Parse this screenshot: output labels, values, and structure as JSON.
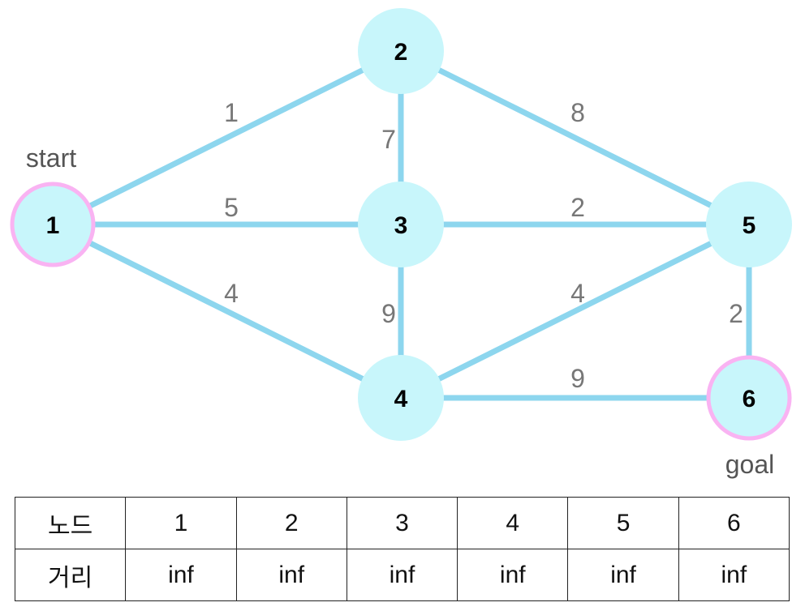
{
  "graph": {
    "nodes": [
      {
        "id": "1"
      },
      {
        "id": "2"
      },
      {
        "id": "3"
      },
      {
        "id": "4"
      },
      {
        "id": "5"
      },
      {
        "id": "6"
      }
    ],
    "edges": [
      {
        "from": "1",
        "to": "2",
        "weight": "1"
      },
      {
        "from": "1",
        "to": "3",
        "weight": "5"
      },
      {
        "from": "1",
        "to": "4",
        "weight": "4"
      },
      {
        "from": "2",
        "to": "3",
        "weight": "7"
      },
      {
        "from": "2",
        "to": "5",
        "weight": "8"
      },
      {
        "from": "3",
        "to": "5",
        "weight": "2"
      },
      {
        "from": "3",
        "to": "4",
        "weight": "9"
      },
      {
        "from": "4",
        "to": "5",
        "weight": "4"
      },
      {
        "from": "4",
        "to": "6",
        "weight": "9"
      },
      {
        "from": "5",
        "to": "6",
        "weight": "2"
      }
    ],
    "start_label": "start",
    "goal_label": "goal",
    "start_node": "1",
    "goal_node": "6",
    "colors": {
      "node_fill": "#c8f6fb",
      "edge": "#8dd6ee",
      "highlight_ring": "#f9b3f2",
      "edge_label": "#777777"
    }
  },
  "table": {
    "row_node": {
      "header": "노드",
      "cells": [
        "1",
        "2",
        "3",
        "4",
        "5",
        "6"
      ]
    },
    "row_dist": {
      "header": "거리",
      "cells": [
        "inf",
        "inf",
        "inf",
        "inf",
        "inf",
        "inf"
      ]
    }
  }
}
